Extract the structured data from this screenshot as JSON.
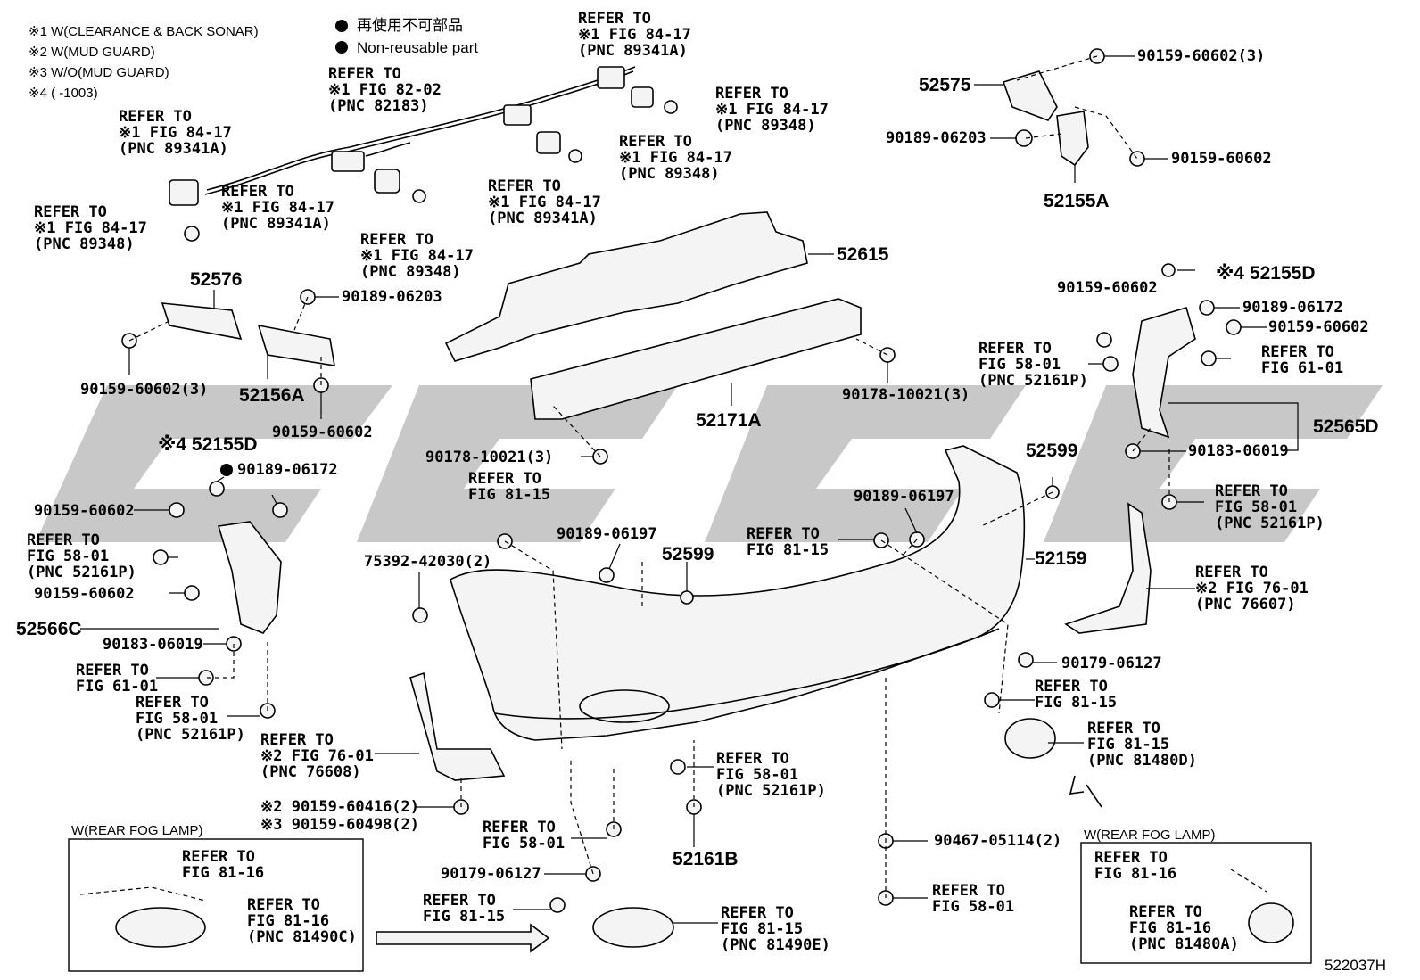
{
  "legend": {
    "notes": [
      "※1 W(CLEARANCE & BACK SONAR)",
      "※2 W(MUD GUARD)",
      "※3 W/O(MUD GUARD)",
      "※4 (        -1003)"
    ],
    "nonreusable_jp": "再使用不可部品",
    "nonreusable_en": "Non-reusable part"
  },
  "labels": {
    "p52575": "52575",
    "p52155A": "52155A",
    "p52615": "52615",
    "p52576": "52576",
    "p52156A": "52156A",
    "p52171A": "52171A",
    "p52155D_r": "※4 52155D",
    "p52155D_l": "※4 52155D",
    "p52565D": "52565D",
    "p52566C": "52566C",
    "p52599_r": "52599",
    "p52599_c": "52599",
    "p52159": "52159",
    "p52161B": "52161B",
    "b_90159_60602_3_top": "90159-60602(3)",
    "b_90189_06203_top": "90189-06203",
    "b_90159_60602_top": "90159-60602",
    "b_90189_06203_l": "90189-06203",
    "b_90159_60602_3_l": "90159-60602(3)",
    "b_90159_60602_l": "90159-60602",
    "b_90178_r": "90178-10021(3)",
    "b_90178_c": "90178-10021(3)",
    "b_90159_r1": "90159-60602",
    "b_90189_06172_r": "90189-06172",
    "b_90159_r2": "90159-60602",
    "b_90183_r": "90183-06019",
    "b_90189_06172_l": "90189-06172",
    "b_90159_l1": "90159-60602",
    "b_90159_l2": "90159-60602",
    "b_90183_l": "90183-06019",
    "b_90189_06197_c": "90189-06197",
    "b_90189_06197_r": "90189-06197",
    "b_75392": "75392-42030(2)",
    "b_90179_r": "90179-06127",
    "b_90179_c": "90179-06127",
    "b_60416": "※2 90159-60416(2)",
    "b_60498": "※3 90159-60498(2)",
    "b_90467": "90467-05114(2)",
    "diagram_id": "522037H"
  },
  "refs": [
    {
      "k": "r1",
      "lines": [
        "REFER TO",
        "※1 FIG 84-17",
        "(PNC 89341A)"
      ]
    },
    {
      "k": "r2",
      "lines": [
        "REFER TO",
        "※1 FIG 82-02",
        "(PNC 82183)"
      ]
    },
    {
      "k": "r3",
      "lines": [
        "REFER TO",
        "※1 FIG 84-17",
        "(PNC 89341A)"
      ]
    },
    {
      "k": "r4",
      "lines": [
        "REFER TO",
        "※1 FIG 84-17",
        "(PNC 89348)"
      ]
    },
    {
      "k": "r5",
      "lines": [
        "REFER TO",
        "※1 FIG 84-17",
        "(PNC 89348)"
      ]
    },
    {
      "k": "r6",
      "lines": [
        "REFER TO",
        "※1 FIG 84-17",
        "(PNC 89341A)"
      ]
    },
    {
      "k": "r7",
      "lines": [
        "REFER TO",
        "※1 FIG 84-17",
        "(PNC 89341A)"
      ]
    },
    {
      "k": "r8",
      "lines": [
        "REFER TO",
        "※1 FIG 84-17",
        "(PNC 89348)"
      ]
    },
    {
      "k": "r9",
      "lines": [
        "REFER TO",
        "※1 FIG 84-17",
        "(PNC 89348)"
      ]
    },
    {
      "k": "r10",
      "lines": [
        "REFER TO",
        "FIG 58-01",
        "(PNC 52161P)"
      ]
    },
    {
      "k": "r11",
      "lines": [
        "REFER TO",
        "FIG 61-01"
      ]
    },
    {
      "k": "r12",
      "lines": [
        "REFER TO",
        "FIG 58-01",
        "(PNC 52161P)"
      ]
    },
    {
      "k": "r13",
      "lines": [
        "REFER TO",
        "FIG 58-01",
        "(PNC 52161P)"
      ]
    },
    {
      "k": "r14",
      "lines": [
        "REFER TO",
        "FIG 61-01"
      ]
    },
    {
      "k": "r15",
      "lines": [
        "REFER TO",
        "FIG 58-01",
        "(PNC 52161P)"
      ]
    },
    {
      "k": "r16",
      "lines": [
        "REFER TO",
        "※2 FIG 76-01",
        "(PNC 76608)"
      ]
    },
    {
      "k": "r17",
      "lines": [
        "REFER TO",
        "※2 FIG 76-01",
        "(PNC 76607)"
      ]
    },
    {
      "k": "r18",
      "lines": [
        "REFER TO",
        "FIG 81-15"
      ]
    },
    {
      "k": "r19",
      "lines": [
        "REFER TO",
        "FIG 81-15"
      ]
    },
    {
      "k": "r20",
      "lines": [
        "REFER TO",
        "FIG 81-15"
      ]
    },
    {
      "k": "r21",
      "lines": [
        "REFER TO",
        "FIG 81-15",
        "(PNC 81480D)"
      ]
    },
    {
      "k": "r22",
      "lines": [
        "REFER TO",
        "FIG 58-01",
        "(PNC 52161P)"
      ]
    },
    {
      "k": "r23",
      "lines": [
        "REFER TO",
        "FIG 58-01"
      ]
    },
    {
      "k": "r24",
      "lines": [
        "REFER TO",
        "FIG 81-15"
      ]
    },
    {
      "k": "r25",
      "lines": [
        "REFER TO",
        "FIG 81-15",
        "(PNC 81490E)"
      ]
    },
    {
      "k": "r26",
      "lines": [
        "REFER TO",
        "FIG 58-01"
      ]
    },
    {
      "k": "r27",
      "lines": [
        "REFER TO",
        "FIG 81-16"
      ]
    },
    {
      "k": "r28",
      "lines": [
        "REFER TO",
        "FIG 81-16",
        "(PNC 81490C)"
      ]
    },
    {
      "k": "r29",
      "lines": [
        "REFER TO",
        "FIG 81-16"
      ]
    },
    {
      "k": "r30",
      "lines": [
        "REFER TO",
        "FIG 81-16",
        "(PNC 81480A)"
      ]
    }
  ],
  "insets": {
    "left_title": "W(REAR FOG LAMP)",
    "right_title": "W(REAR FOG LAMP)"
  }
}
